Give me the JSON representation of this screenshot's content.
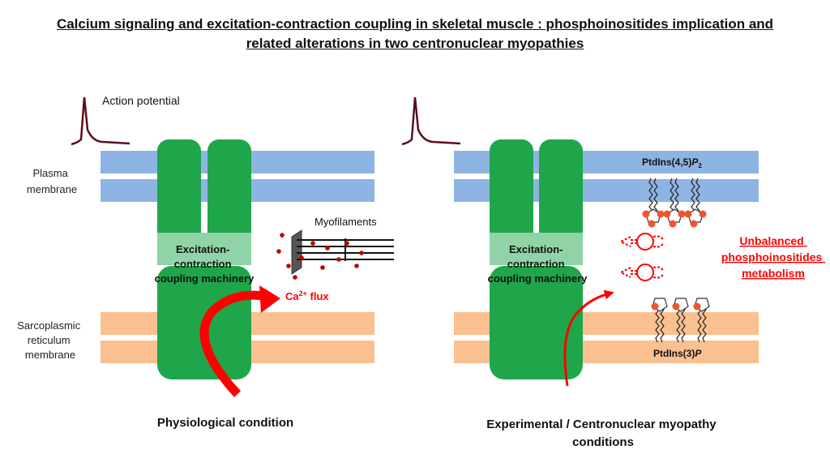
{
  "title": {
    "line1": "Calcium signaling and excitation-contraction coupling in skeletal muscle : phosphoinositides implication and",
    "line2": "related alterations in two centronuclear myopathies"
  },
  "left_panel": {
    "action_potential": "Action potential",
    "plasma_membrane": [
      "Plasma",
      "membrane"
    ],
    "sr_membrane": [
      "Sarcoplasmic",
      "reticulum",
      "membrane"
    ],
    "ec_coupling": [
      "Excitation-",
      "contraction",
      "coupling machinery"
    ],
    "myofilaments": "Myofilaments",
    "ca_flux_prefix": "Ca",
    "ca_flux_sup": "2+",
    "ca_flux_suffix": " flux",
    "caption": "Physiological condition"
  },
  "right_panel": {
    "ec_coupling": [
      "Excitation-",
      "contraction",
      "coupling machinery"
    ],
    "pip2_prefix": "PtdIns(4,5)",
    "pip2_italic": "P",
    "pip2_sub": "2",
    "pi3p_prefix": "PtdIns(3)",
    "pi3p_italic": "P",
    "unbalanced": [
      "Unbalanced",
      "phosphoinositides",
      "metabolism"
    ],
    "caption": [
      "Experimental / Centronuclear myopathy",
      "conditions"
    ]
  },
  "colors": {
    "plasma_membrane": "#8eb4e3",
    "sr_membrane": "#fac090",
    "channel": "#1fa64a",
    "channel_light": "#8fd3a6",
    "accent_red": "#ff0000",
    "ca_dot": "#c00000",
    "trace": "#5a0f1a"
  }
}
